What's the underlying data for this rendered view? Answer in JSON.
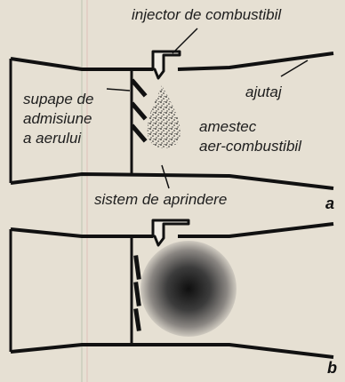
{
  "diagram": {
    "panel_a": {
      "letter": "a",
      "labels": {
        "injector": "injector de combustibil",
        "nozzle": "ajutaj",
        "valves_line1": "supape de",
        "valves_line2": "admisiune",
        "valves_line3": "a aerului",
        "mixture_line1": "amestec",
        "mixture_line2": "aer-combustibil",
        "ignition": "sistem de aprindere"
      }
    },
    "panel_b": {
      "letter": "b"
    }
  }
}
